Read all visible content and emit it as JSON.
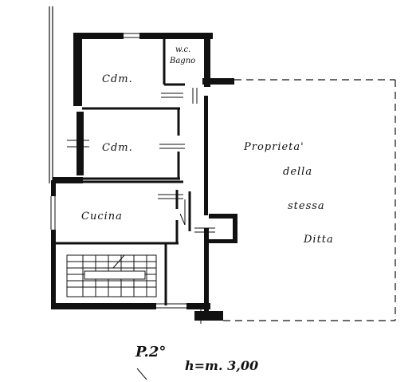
{
  "plan": {
    "rooms": {
      "bedroom_top": "Cdm.",
      "bedroom_mid": "Cdm.",
      "wc_line1": "w.c.",
      "wc_line2": "Bagno",
      "kitchen": "Cucina"
    },
    "adjacent": {
      "line1": "Proprieta'",
      "line2": "della",
      "line3": "stessa",
      "line4": "Ditta"
    },
    "caption": {
      "floor": "P.2°",
      "height": "h=m. 3,00"
    }
  }
}
